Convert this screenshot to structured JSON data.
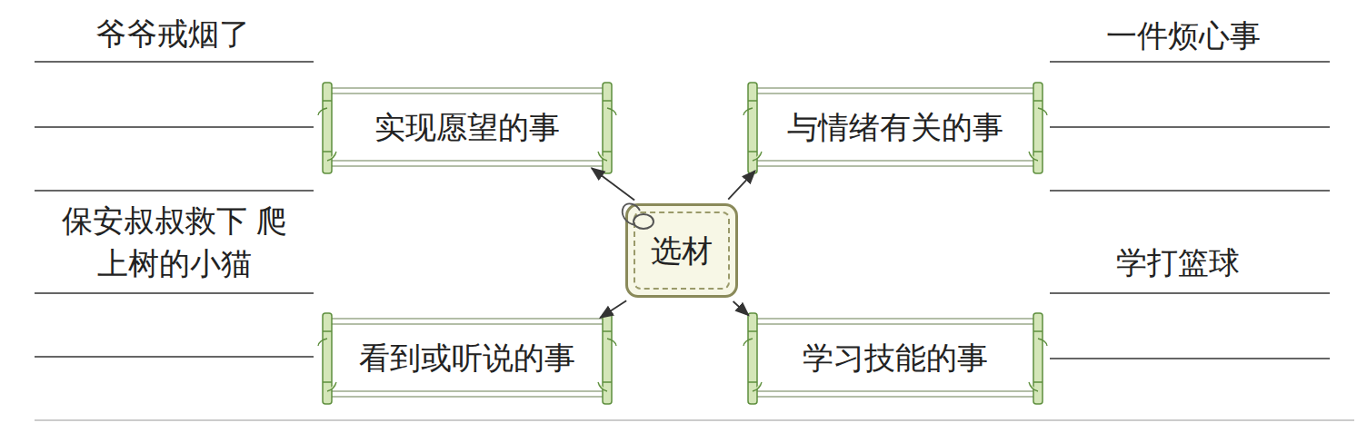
{
  "diagram": {
    "nodes": [
      {
        "text": [
          "实现愿望的事"
        ]
      },
      {
        "text": [
          "与情绪有关的事"
        ]
      },
      {
        "text": [
          "选材"
        ]
      },
      {
        "text": [
          "看到或听说的事"
        ]
      },
      {
        "text": [
          "学习技能的事"
        ]
      }
    ],
    "edges": [
      {
        "from": 2,
        "to": 0,
        "arrow": "to"
      },
      {
        "from": 2,
        "to": 1,
        "arrow": "to"
      },
      {
        "from": 2,
        "to": 3,
        "arrow": "to"
      },
      {
        "from": 2,
        "to": 4,
        "arrow": "to"
      }
    ],
    "labels": [
      "爷爷戒烟了",
      "一件烦心事",
      "保安叔叔救下 爬上树的小猫",
      "学打篮球"
    ]
  }
}
